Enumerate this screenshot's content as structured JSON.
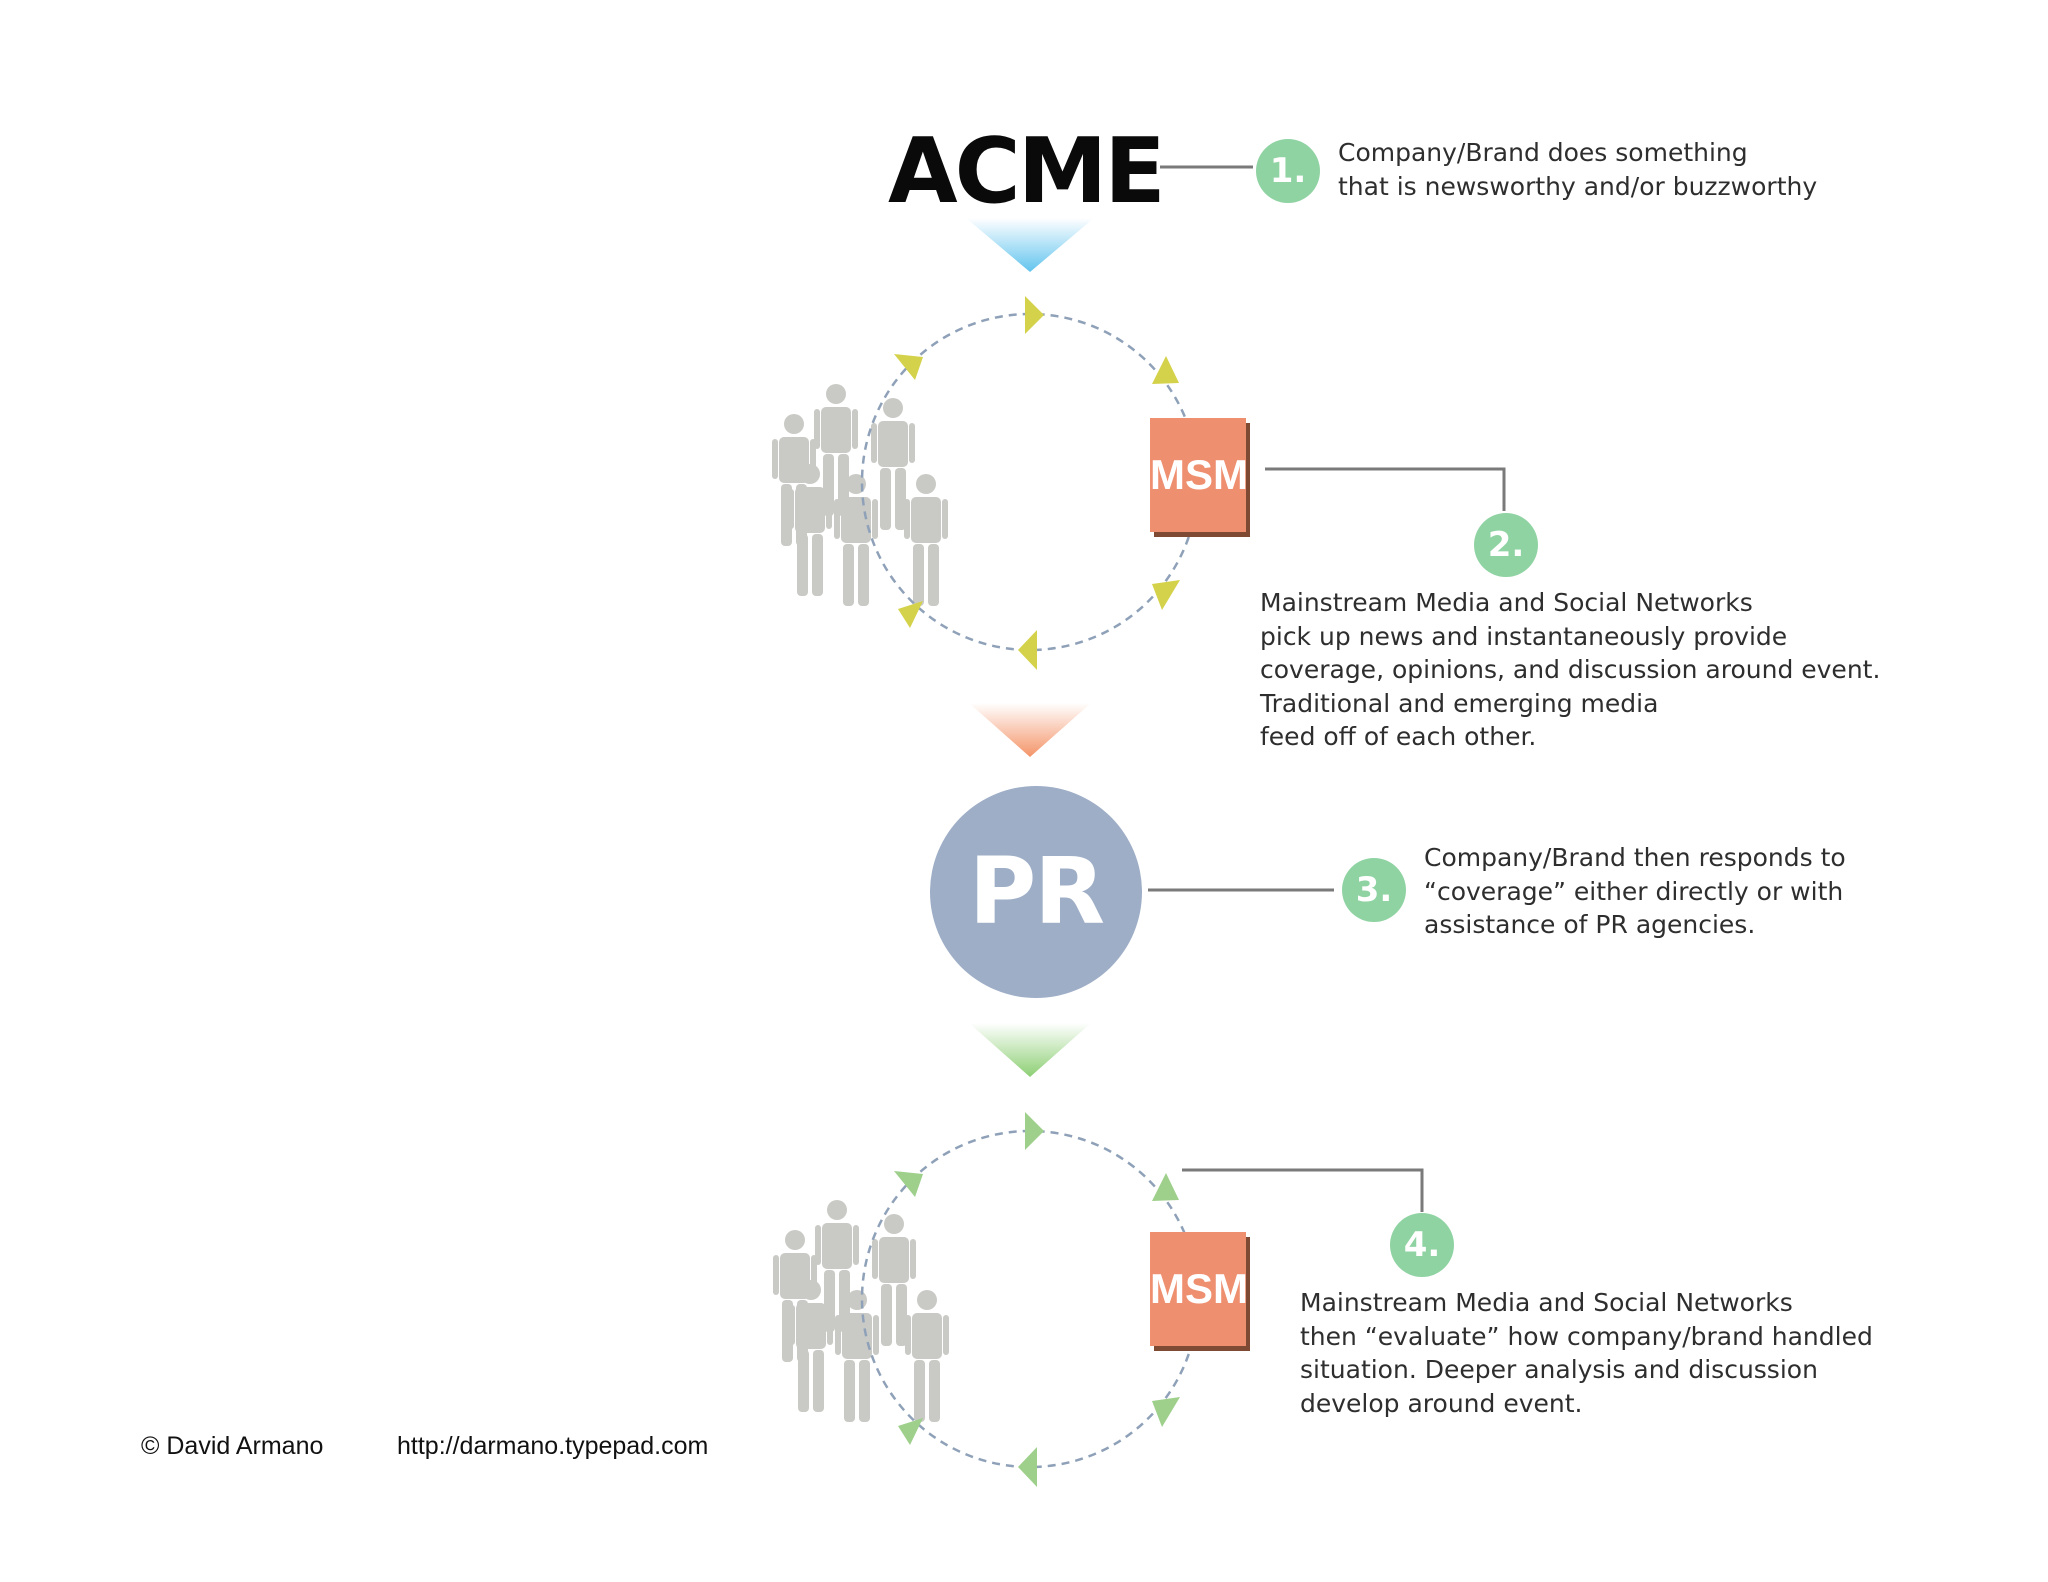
{
  "logo": "ACME",
  "colors": {
    "step_badge": "#8fd3a3",
    "msm_box": "#ee8f70",
    "pr_circle": "#9eaec7",
    "connector": "#7a7a7a",
    "dashed_circle": "#8fa1b8",
    "people": "#c9cac5",
    "arrow_yellow": "#d4d24a",
    "arrow_green": "#9ed08c",
    "triangle_blue": "#62c4ee",
    "triangle_orange": "#f49468",
    "triangle_green": "#8dcf74"
  },
  "steps": [
    {
      "number": "1.",
      "lines": [
        "Company/Brand does something",
        "that is newsworthy and/or buzzworthy"
      ]
    },
    {
      "number": "2.",
      "lines": [
        "Mainstream Media and Social Networks",
        "pick up news and instantaneously provide",
        "coverage, opinions, and discussion around event.",
        "Traditional and emerging media",
        "feed off of each other."
      ]
    },
    {
      "number": "3.",
      "lines": [
        "Company/Brand then responds to",
        "“coverage” either directly or with",
        "assistance of PR agencies."
      ]
    },
    {
      "number": "4.",
      "lines": [
        "Mainstream Media and Social Networks",
        "then “evaluate” how company/brand handled",
        "situation.  Deeper analysis and discussion",
        "develop around event."
      ]
    }
  ],
  "nodes": {
    "msm_top": "MSM",
    "pr": "PR",
    "msm_bottom": "MSM"
  },
  "footer": {
    "copyright": "© David Armano",
    "url": "http://darmano.typepad.com"
  }
}
